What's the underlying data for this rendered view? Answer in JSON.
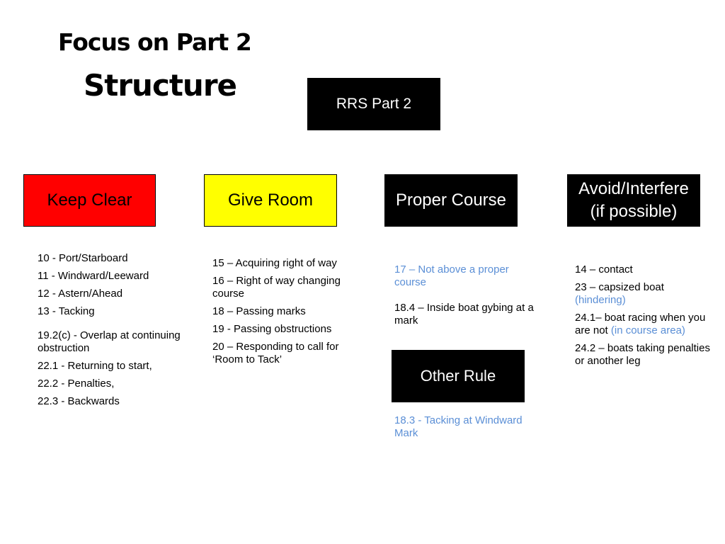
{
  "title": {
    "line1": "Focus on Part 2",
    "line2": "Structure"
  },
  "root_box": {
    "label": "RRS Part 2"
  },
  "categories": {
    "keep_clear": {
      "label": "Keep Clear",
      "items": [
        "10 - Port/Starboard",
        "11 -  Windward/Leeward",
        "12 - Astern/Ahead",
        "13 - Tacking",
        "19.2(c) - Overlap at continuing obstruction",
        "22.1 - Returning to start,",
        "22.2 -  Penalties,",
        "22.3 - Backwards"
      ]
    },
    "give_room": {
      "label": "Give Room",
      "items": [
        "15 – Acquiring right of way",
        "16 – Right of way changing course",
        "18 – Passing marks",
        "19 - Passing obstructions",
        "20 – Responding to call for ‘Room to Tack’"
      ]
    },
    "proper_course": {
      "label": "Proper Course",
      "items": [
        "17 – Not above a proper course",
        "18.4 – Inside boat gybing at a mark"
      ]
    },
    "avoid_interfere": {
      "label_line1": "Avoid/Interfere",
      "label_line2": "(if possible)",
      "items": [
        {
          "text": "14 – contact"
        },
        {
          "text": "23 – capsized boat ",
          "note": "(hindering)"
        },
        {
          "text": "24.1– boat racing when you are not ",
          "note": "(in course area)"
        },
        {
          "text": "24.2 – boats taking penalties or another leg"
        }
      ]
    },
    "other_rule": {
      "label": "Other Rule",
      "items": [
        "18.3 - Tacking at Windward Mark"
      ]
    }
  },
  "colors": {
    "keep_clear": "#ff0000",
    "give_room": "#ffff00",
    "dark_box": "#000000",
    "highlight_text": "#5b8fd6"
  }
}
